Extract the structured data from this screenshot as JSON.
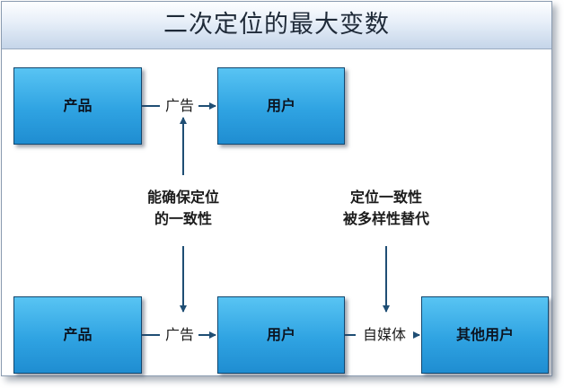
{
  "title": "二次定位的最大变数",
  "nodes": {
    "product_top": "产品",
    "user_top": "用户",
    "product_bottom": "产品",
    "user_bottom": "用户",
    "other_users": "其他用户"
  },
  "edges": {
    "ad_top": "广告",
    "ad_bottom": "广告",
    "self_media": "自媒体"
  },
  "notes": {
    "left_line1": "能确保定位",
    "left_line2": "的一致性",
    "right_line1": "定位一致性",
    "right_line2": "被多样性替代"
  },
  "colors": {
    "box_fill": "#2fa3e2",
    "box_border": "#12476f",
    "connector": "#1f4e74"
  }
}
